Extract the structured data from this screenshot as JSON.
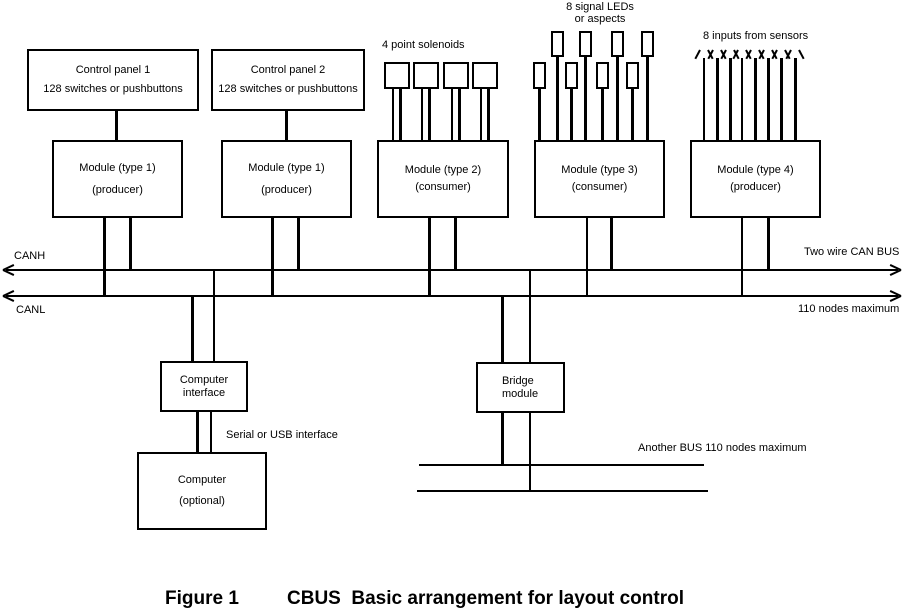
{
  "diagram": {
    "colors": {
      "ink": "#000000",
      "background": "#ffffff"
    },
    "control_panels": [
      {
        "title": "Control panel 1",
        "subtitle": "128 switches or pushbuttons"
      },
      {
        "title": "Control panel 2",
        "subtitle": "128 switches or pushbuttons"
      }
    ],
    "modules": [
      {
        "title": "Module (type 1)",
        "subtitle": "(producer)"
      },
      {
        "title": "Module (type 1)",
        "subtitle": "(producer)"
      },
      {
        "title": "Module (type 2)",
        "subtitle": "(consumer)"
      },
      {
        "title": "Module (type 3)",
        "subtitle": "(consumer)"
      },
      {
        "title": "Module (type 4)",
        "subtitle": "(producer)"
      }
    ],
    "peripherals": {
      "solenoids_label": "4 point solenoids",
      "leds_label_line1": "8 signal LEDs",
      "leds_label_line2": "or aspects",
      "sensors_label": "8 inputs from sensors"
    },
    "bus": {
      "canh_label": "CANH",
      "canl_label": "CANL",
      "right_top_label": "Two wire CAN BUS",
      "right_bottom_label": "110 nodes maximum",
      "another_bus_label": "Another BUS 110 nodes maximum"
    },
    "computer_interface": {
      "line1": "Computer",
      "line2": "interface"
    },
    "bridge_module": {
      "line1": "Bridge",
      "line2": "module"
    },
    "computer": {
      "line1": "Computer",
      "line2": "(optional)"
    },
    "serial_label": "Serial or USB interface",
    "caption": {
      "figure": "Figure 1",
      "title": "CBUS  Basic arrangement for layout control"
    }
  }
}
